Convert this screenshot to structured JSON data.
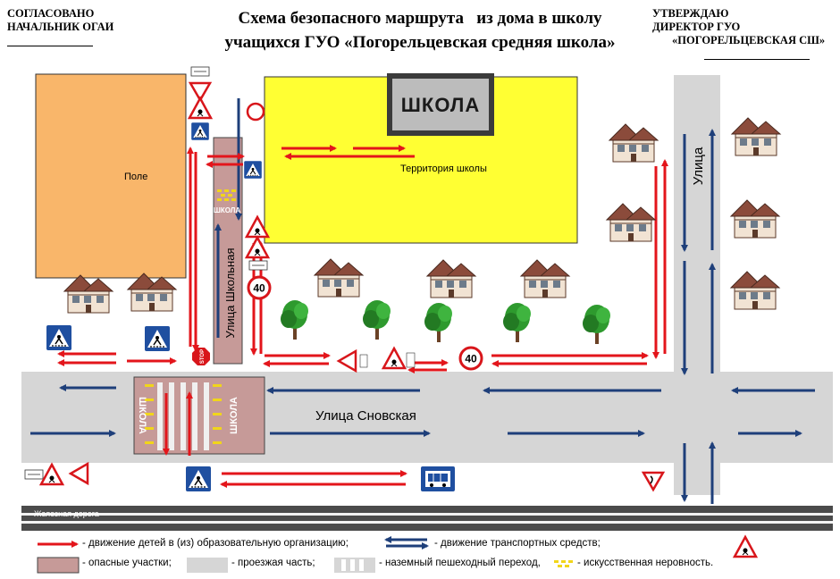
{
  "header": {
    "approved_line1": "СОГЛАСОВАНО",
    "approved_line2": "НАЧАЛЬНИК ОГАИ",
    "confirm_line1": "УТВЕРЖДАЮ",
    "confirm_line2": "ДИРЕКТОР ГУО",
    "confirm_line3": "«ПОГОРЕЛЬЦЕВСКАЯ СШ»"
  },
  "title": {
    "line1": "Схема безопасного маршрута   из дома в школу",
    "line2": "учащихся  ГУО «Погорельцевская средняя школа»"
  },
  "map": {
    "field_label": "Поле",
    "school_sign": "ШКОЛА",
    "school_territory": "Территория  школы",
    "street_school": "Улица Школьная",
    "street_snovskaya": "Улица Сновская",
    "street_vertical": "Улица",
    "railway": "Железная дорога",
    "road_marking": "ШКОЛА",
    "speed_limit": "40",
    "stop_text": "STOP"
  },
  "legend": {
    "children_movement": "- движение детей в (из) образовательную организацию;",
    "vehicle_movement": "- движение транспортных средств;",
    "danger_zones": "- опасные участки;",
    "roadway": "- проезжая часть;",
    "crosswalk": "- наземный пешеходный переход,",
    "speed_bump": "- искусственная неровность."
  },
  "colors": {
    "field": "#f9b66a",
    "school": "#ffff33",
    "road": "#d6d6d6",
    "danger": "#c69a98",
    "child_arrow": "#e3151b",
    "vehicle_arrow": "#1e3f7a",
    "sign_blue": "#1f4fa0"
  }
}
